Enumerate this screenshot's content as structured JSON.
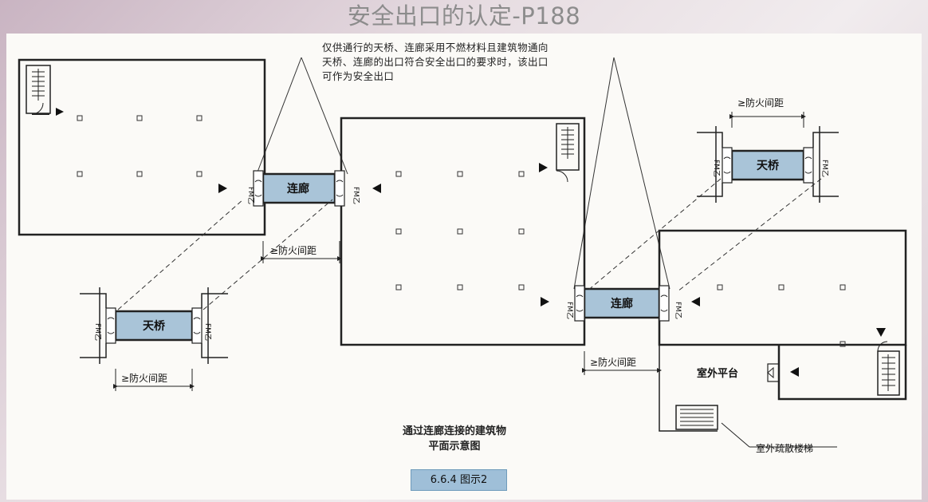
{
  "slide": {
    "title": "安全出口的认定-P188"
  },
  "diagram": {
    "note_lines": [
      "仅供通行的天桥、连廊采用不燃材料且建筑物通向",
      "天桥、连廊的出口符合安全出口的要求时，该出口",
      "可作为安全出口"
    ],
    "labels": {
      "corridor": "连廊",
      "bridge": "天桥",
      "fire_distance": "≥防火间距",
      "outdoor_platform": "室外平台",
      "outdoor_stair": "室外疏散楼梯",
      "door_code": "FM乙"
    },
    "caption_lines": [
      "通过连廊连接的建筑物",
      "平面示意图"
    ],
    "figure_tag": "6.6.4 图示2"
  },
  "colors": {
    "title_gray": "#8c8c8c",
    "walkway_fill": "#a9c4d8",
    "tag_fill": "#9fbfd8",
    "line": "#222222"
  }
}
